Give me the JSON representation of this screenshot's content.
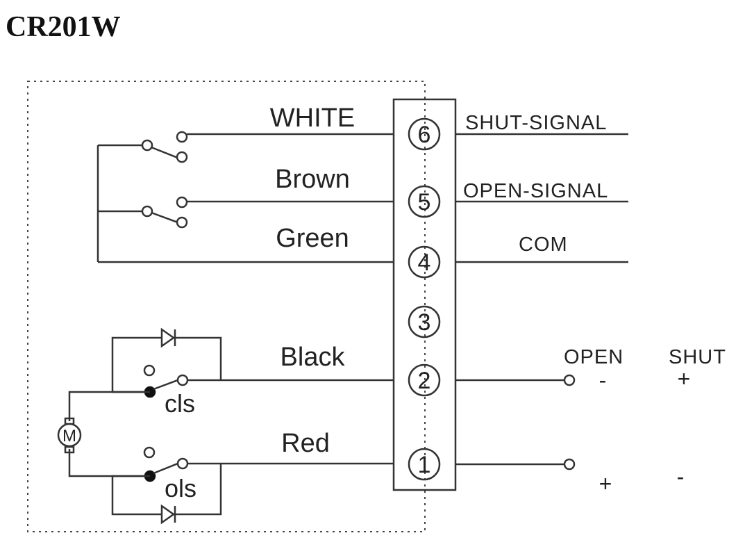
{
  "title": "CR201W",
  "wire_labels": {
    "white": "WHITE",
    "brown": "Brown",
    "green": "Green",
    "black": "Black",
    "red": "Red"
  },
  "terminals": [
    "6",
    "5",
    "4",
    "3",
    "2",
    "1"
  ],
  "signals": {
    "shut_signal": "SHUT-SIGNAL",
    "open_signal": "OPEN-SIGNAL",
    "com": "COM"
  },
  "power": {
    "open": "OPEN",
    "shut": "SHUT",
    "t2_open_sign": "-",
    "t2_shut_sign": "+",
    "t1_open_sign": "+",
    "t1_shut_sign": "-"
  },
  "limit_switches": {
    "close": "cls",
    "open": "ols"
  },
  "motor_symbol": "M"
}
